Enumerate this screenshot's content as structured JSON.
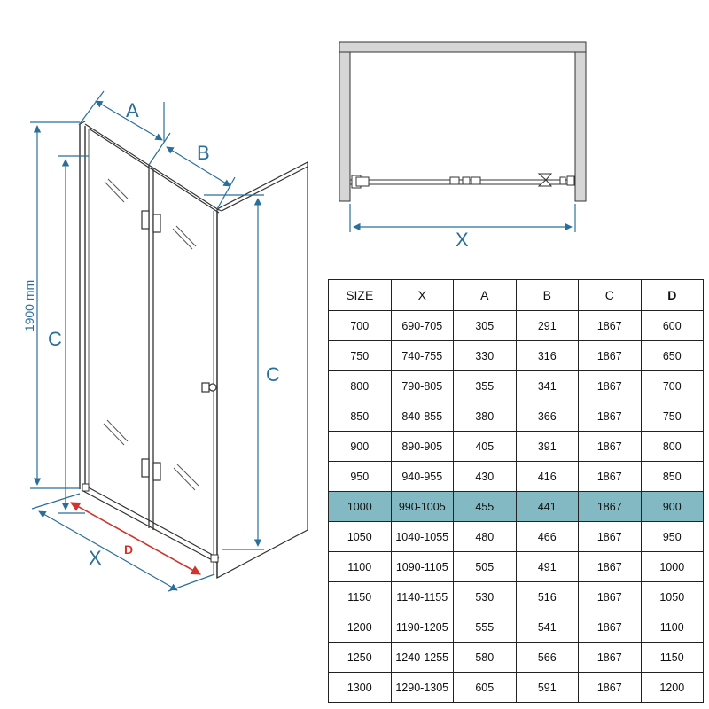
{
  "diagram": {
    "labels": {
      "a": "A",
      "b": "B",
      "c_left": "C",
      "c_right": "C",
      "x_front": "X",
      "x_top": "X",
      "d": "D",
      "height": "1900 mm"
    },
    "colors": {
      "dimension": "#2a6f9a",
      "d_dimension": "#d0342c",
      "highlight_row": "#82b9c2",
      "frame": "#333333"
    }
  },
  "table": {
    "headers": [
      "SIZE",
      "X",
      "A",
      "B",
      "C",
      "D"
    ],
    "rows": [
      [
        "700",
        "690-705",
        "305",
        "291",
        "1867",
        "600"
      ],
      [
        "750",
        "740-755",
        "330",
        "316",
        "1867",
        "650"
      ],
      [
        "800",
        "790-805",
        "355",
        "341",
        "1867",
        "700"
      ],
      [
        "850",
        "840-855",
        "380",
        "366",
        "1867",
        "750"
      ],
      [
        "900",
        "890-905",
        "405",
        "391",
        "1867",
        "800"
      ],
      [
        "950",
        "940-955",
        "430",
        "416",
        "1867",
        "850"
      ],
      [
        "1000",
        "990-1005",
        "455",
        "441",
        "1867",
        "900"
      ],
      [
        "1050",
        "1040-1055",
        "480",
        "466",
        "1867",
        "950"
      ],
      [
        "1100",
        "1090-1105",
        "505",
        "491",
        "1867",
        "1000"
      ],
      [
        "1150",
        "1140-1155",
        "530",
        "516",
        "1867",
        "1050"
      ],
      [
        "1200",
        "1190-1205",
        "555",
        "541",
        "1867",
        "1100"
      ],
      [
        "1250",
        "1240-1255",
        "580",
        "566",
        "1867",
        "1150"
      ],
      [
        "1300",
        "1290-1305",
        "605",
        "591",
        "1867",
        "1200"
      ]
    ],
    "highlighted_row": 6
  }
}
